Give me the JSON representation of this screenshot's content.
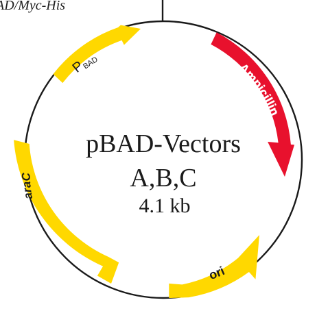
{
  "top_label": "AD/Myc-His",
  "title_line1": "pBAD-Vectors",
  "title_line2": "A,B,C",
  "size": "4.1 kb",
  "features": {
    "pbad_main": "P",
    "pbad_sub": "BAD",
    "ampicillin": "Ampicillin",
    "arac": "araC",
    "ori": "ori"
  },
  "colors": {
    "yellow": "#FFD800",
    "red": "#E8112D",
    "backbone": "#1a1a1a"
  }
}
